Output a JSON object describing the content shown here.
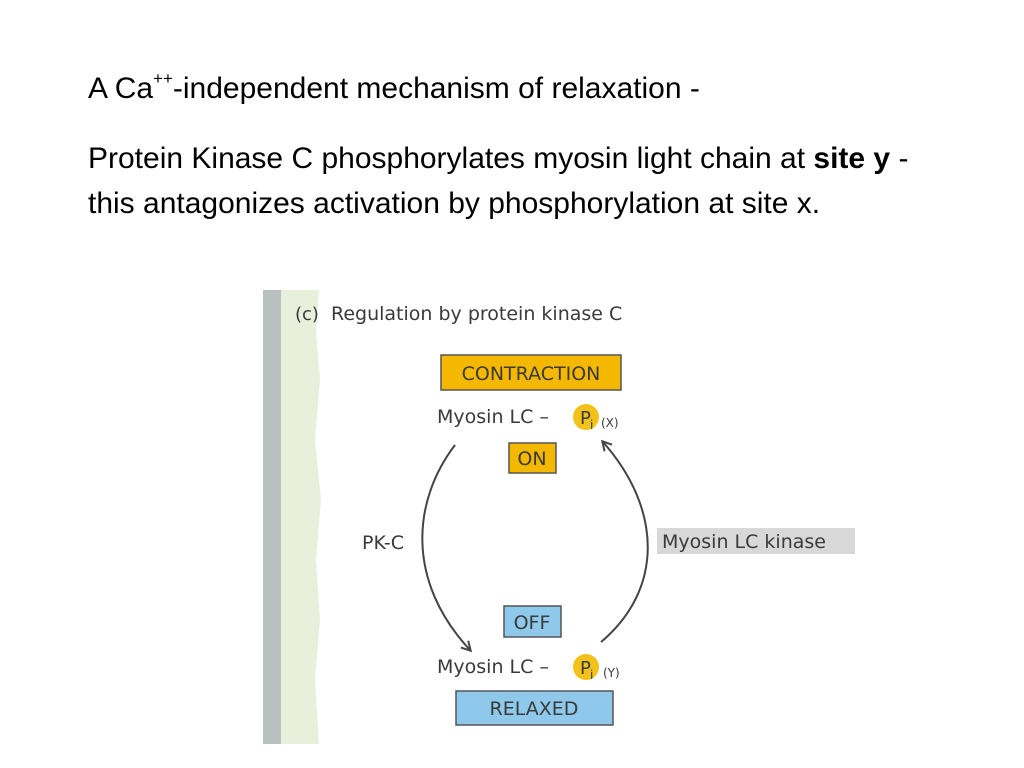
{
  "slide": {
    "title_prefix": "A Ca",
    "title_sup": "++",
    "title_suffix": "-independent mechanism of relaxation -",
    "body_part1": "Protein Kinase C phosphorylates myosin light chain at ",
    "body_bold": "site y",
    "body_part2": " - this antagonizes activation by phosphorylation at site x."
  },
  "figure": {
    "panel_label": "(c)",
    "caption": "Regulation by protein kinase C",
    "contraction_label": "CONTRACTION",
    "on_label": "ON",
    "off_label": "OFF",
    "relaxed_label": "RELAXED",
    "myosin_top": "Myosin LC –",
    "myosin_bottom": "Myosin LC –",
    "pi_p": "P",
    "pi_i": "i",
    "site_x": "(X)",
    "site_y": "(Y)",
    "enzyme_left": "PK-C",
    "enzyme_right": "Myosin LC kinase",
    "colors": {
      "contraction_fill": "#f5b800",
      "relaxed_fill": "#8ec8ea",
      "pi_fill": "#f2c21a",
      "enzyme_right_fill": "#d8d8d8",
      "left_strip": "#b8bfbf",
      "left_band": "#e8f0dc"
    }
  }
}
